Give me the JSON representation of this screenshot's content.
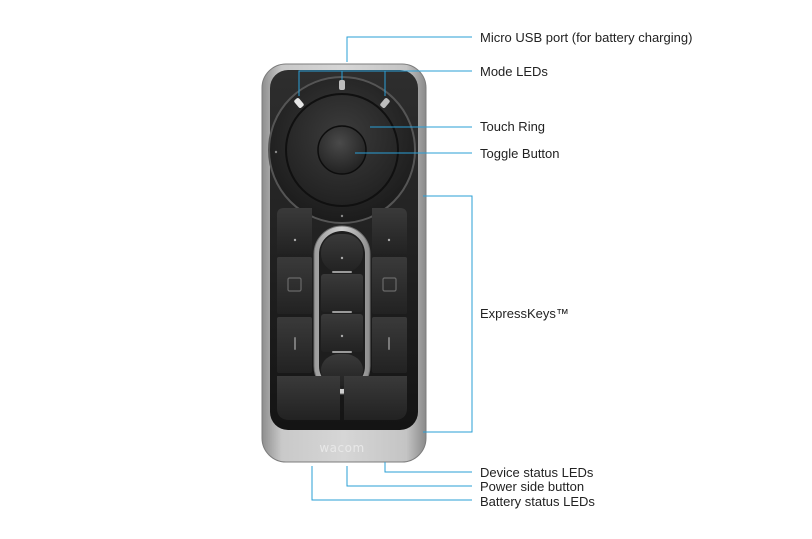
{
  "device": {
    "brand_logo": "wacom"
  },
  "callouts": [
    {
      "id": "micro-usb-port",
      "label": "Micro USB port (for battery charging)"
    },
    {
      "id": "mode-leds",
      "label": "Mode LEDs"
    },
    {
      "id": "touch-ring",
      "label": "Touch Ring"
    },
    {
      "id": "toggle-button",
      "label": "Toggle Button"
    },
    {
      "id": "expresskeys",
      "label": "ExpressKeys™"
    },
    {
      "id": "device-status-leds",
      "label": "Device status LEDs"
    },
    {
      "id": "power-side-button",
      "label": "Power side button"
    },
    {
      "id": "battery-status-leds",
      "label": "Battery status LEDs"
    }
  ],
  "colors": {
    "leader_line": "#2a9fd6",
    "body_silver": "#b8b8b8",
    "face_dark": "#1e1e1e",
    "key_dark": "#2b2b2b",
    "label_text": "#222222"
  }
}
